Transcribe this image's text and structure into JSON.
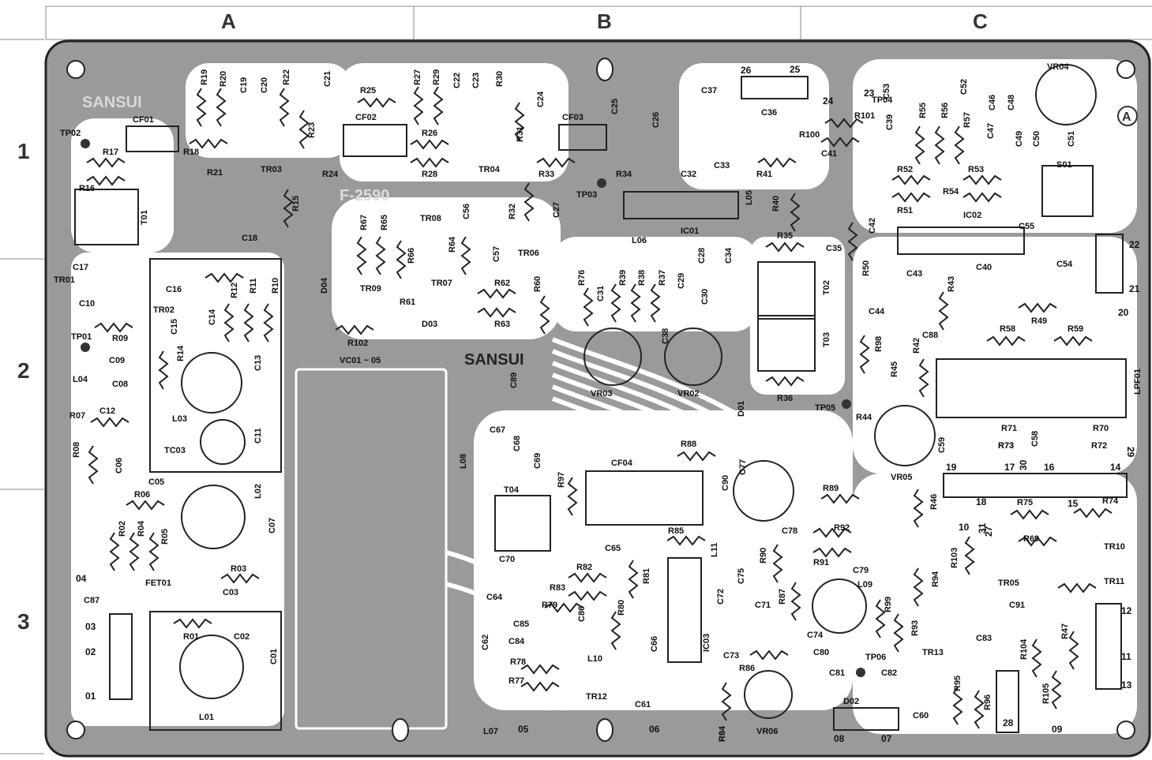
{
  "columns": [
    "A",
    "B",
    "C"
  ],
  "rows": [
    "1",
    "2",
    "3"
  ],
  "board": {
    "brand_1": "SANSUI",
    "brand_2": "SANSUI",
    "model_1": "F-2590",
    "model_2": "F-2590",
    "corner_mark": "A",
    "vc_label": "VC01 ~ 05"
  },
  "components": [
    {
      "id": "R17"
    },
    {
      "id": "R16"
    },
    {
      "id": "R18"
    },
    {
      "id": "R21"
    },
    {
      "id": "R19"
    },
    {
      "id": "R20"
    },
    {
      "id": "C19"
    },
    {
      "id": "C20"
    },
    {
      "id": "R22"
    },
    {
      "id": "R23"
    },
    {
      "id": "C21"
    },
    {
      "id": "R25"
    },
    {
      "id": "R24"
    },
    {
      "id": "R15"
    },
    {
      "id": "C18"
    },
    {
      "id": "CF01"
    },
    {
      "id": "CF02"
    },
    {
      "id": "TR03"
    },
    {
      "id": "TP02"
    },
    {
      "id": "T01"
    },
    {
      "id": "R27"
    },
    {
      "id": "R29"
    },
    {
      "id": "C22"
    },
    {
      "id": "C23"
    },
    {
      "id": "R30"
    },
    {
      "id": "C24"
    },
    {
      "id": "R26"
    },
    {
      "id": "R28"
    },
    {
      "id": "TR04"
    },
    {
      "id": "R31"
    },
    {
      "id": "R33"
    },
    {
      "id": "R34"
    },
    {
      "id": "CF03"
    },
    {
      "id": "C25"
    },
    {
      "id": "C26"
    },
    {
      "id": "TP03"
    },
    {
      "id": "R32"
    },
    {
      "id": "C27"
    },
    {
      "id": "C37"
    },
    {
      "id": "C36"
    },
    {
      "id": "C33"
    },
    {
      "id": "C32"
    },
    {
      "id": "R41"
    },
    {
      "id": "IC01"
    },
    {
      "id": "L05"
    },
    {
      "id": "R40"
    },
    {
      "id": "L06"
    },
    {
      "id": "R35"
    },
    {
      "id": "C35"
    },
    {
      "id": "R100"
    },
    {
      "id": "R101"
    },
    {
      "id": "C41"
    },
    {
      "id": "TP04"
    },
    {
      "id": "C53"
    },
    {
      "id": "C39"
    },
    {
      "id": "R55"
    },
    {
      "id": "R56"
    },
    {
      "id": "R57"
    },
    {
      "id": "C52"
    },
    {
      "id": "C46"
    },
    {
      "id": "C48"
    },
    {
      "id": "C47"
    },
    {
      "id": "C49"
    },
    {
      "id": "C50"
    },
    {
      "id": "C51"
    },
    {
      "id": "VR04"
    },
    {
      "id": "S01"
    },
    {
      "id": "R52"
    },
    {
      "id": "R53"
    },
    {
      "id": "R54"
    },
    {
      "id": "R51"
    },
    {
      "id": "IC02"
    },
    {
      "id": "C42"
    },
    {
      "id": "R50"
    },
    {
      "id": "C55"
    },
    {
      "id": "C54"
    },
    {
      "id": "C40"
    },
    {
      "id": "C43"
    },
    {
      "id": "R43"
    },
    {
      "id": "C44"
    },
    {
      "id": "C88"
    },
    {
      "id": "R49"
    },
    {
      "id": "R58"
    },
    {
      "id": "R59"
    },
    {
      "id": "R98"
    },
    {
      "id": "R42"
    },
    {
      "id": "R45"
    },
    {
      "id": "LPF01"
    },
    {
      "id": "TP05"
    },
    {
      "id": "R44"
    },
    {
      "id": "VR05"
    },
    {
      "id": "C59"
    },
    {
      "id": "R71"
    },
    {
      "id": "R73"
    },
    {
      "id": "C58"
    },
    {
      "id": "R70"
    },
    {
      "id": "R72"
    },
    {
      "id": "R46"
    },
    {
      "id": "R75"
    },
    {
      "id": "R74"
    },
    {
      "id": "R69"
    },
    {
      "id": "TR10"
    },
    {
      "id": "TR11"
    },
    {
      "id": "R103"
    },
    {
      "id": "TR05"
    },
    {
      "id": "C91"
    },
    {
      "id": "R84"
    },
    {
      "id": "R94"
    },
    {
      "id": "R93"
    },
    {
      "id": "TR13"
    },
    {
      "id": "C83"
    },
    {
      "id": "R104"
    },
    {
      "id": "R47"
    },
    {
      "id": "R105"
    },
    {
      "id": "R95"
    },
    {
      "id": "R96"
    },
    {
      "id": "C60"
    },
    {
      "id": "TR01"
    },
    {
      "id": "C17"
    },
    {
      "id": "C10"
    },
    {
      "id": "R09"
    },
    {
      "id": "C09"
    },
    {
      "id": "TP01"
    },
    {
      "id": "L04"
    },
    {
      "id": "C08"
    },
    {
      "id": "R07"
    },
    {
      "id": "C12"
    },
    {
      "id": "R08"
    },
    {
      "id": "C06"
    },
    {
      "id": "C16"
    },
    {
      "id": "R73"
    },
    {
      "id": "TR02"
    },
    {
      "id": "R12"
    },
    {
      "id": "R11"
    },
    {
      "id": "R10"
    },
    {
      "id": "C14"
    },
    {
      "id": "C15"
    },
    {
      "id": "R14"
    },
    {
      "id": "C13"
    },
    {
      "id": "L03"
    },
    {
      "id": "TC03"
    },
    {
      "id": "C11"
    },
    {
      "id": "C05"
    },
    {
      "id": "R06"
    },
    {
      "id": "R02"
    },
    {
      "id": "R04"
    },
    {
      "id": "R05"
    },
    {
      "id": "L02"
    },
    {
      "id": "C07"
    },
    {
      "id": "FET01"
    },
    {
      "id": "R03"
    },
    {
      "id": "C03"
    },
    {
      "id": "C87"
    },
    {
      "id": "R01"
    },
    {
      "id": "C02"
    },
    {
      "id": "C01"
    },
    {
      "id": "L01"
    },
    {
      "id": "TR08"
    },
    {
      "id": "R67"
    },
    {
      "id": "R65"
    },
    {
      "id": "R66"
    },
    {
      "id": "R64"
    },
    {
      "id": "C56"
    },
    {
      "id": "TR06"
    },
    {
      "id": "C57"
    },
    {
      "id": "TR07"
    },
    {
      "id": "D04"
    },
    {
      "id": "TR09"
    },
    {
      "id": "R61"
    },
    {
      "id": "D03"
    },
    {
      "id": "R62"
    },
    {
      "id": "R63"
    },
    {
      "id": "R60"
    },
    {
      "id": "R102"
    },
    {
      "id": "C89"
    },
    {
      "id": "R76"
    },
    {
      "id": "C31"
    },
    {
      "id": "R39"
    },
    {
      "id": "R38"
    },
    {
      "id": "R37"
    },
    {
      "id": "C29"
    },
    {
      "id": "C28"
    },
    {
      "id": "C30"
    },
    {
      "id": "C34"
    },
    {
      "id": "T02"
    },
    {
      "id": "T03"
    },
    {
      "id": "R36"
    },
    {
      "id": "VR03"
    },
    {
      "id": "VR02"
    },
    {
      "id": "C38"
    },
    {
      "id": "D01"
    },
    {
      "id": "C67"
    },
    {
      "id": "C68"
    },
    {
      "id": "C69"
    },
    {
      "id": "L08"
    },
    {
      "id": "T04"
    },
    {
      "id": "R97"
    },
    {
      "id": "CF04"
    },
    {
      "id": "R88"
    },
    {
      "id": "C90"
    },
    {
      "id": "C77"
    },
    {
      "id": "R89"
    },
    {
      "id": "C78"
    },
    {
      "id": "R92"
    },
    {
      "id": "R91"
    },
    {
      "id": "R90"
    },
    {
      "id": "L11"
    },
    {
      "id": "C75"
    },
    {
      "id": "C65"
    },
    {
      "id": "R85"
    },
    {
      "id": "C70"
    },
    {
      "id": "R82"
    },
    {
      "id": "R83"
    },
    {
      "id": "C64"
    },
    {
      "id": "R79"
    },
    {
      "id": "C86"
    },
    {
      "id": "R81"
    },
    {
      "id": "R80"
    },
    {
      "id": "C85"
    },
    {
      "id": "C84"
    },
    {
      "id": "C62"
    },
    {
      "id": "L10"
    },
    {
      "id": "C66"
    },
    {
      "id": "R78"
    },
    {
      "id": "R77"
    },
    {
      "id": "TR12"
    },
    {
      "id": "C61"
    },
    {
      "id": "IC03"
    },
    {
      "id": "C72"
    },
    {
      "id": "C71"
    },
    {
      "id": "R87"
    },
    {
      "id": "C79"
    },
    {
      "id": "L09"
    },
    {
      "id": "R99"
    },
    {
      "id": "C74"
    },
    {
      "id": "C73"
    },
    {
      "id": "C80"
    },
    {
      "id": "R86"
    },
    {
      "id": "TP06"
    },
    {
      "id": "C81"
    },
    {
      "id": "C82"
    },
    {
      "id": "D02"
    },
    {
      "id": "VR06"
    },
    {
      "id": "R84"
    },
    {
      "id": "L07"
    }
  ],
  "connectors": [
    "01",
    "02",
    "03",
    "04",
    "05",
    "06",
    "07",
    "08",
    "09",
    "10",
    "11",
    "12",
    "13",
    "14",
    "15",
    "16",
    "17",
    "18",
    "19",
    "20",
    "21",
    "22",
    "23",
    "24",
    "25",
    "26",
    "27",
    "28",
    "29",
    "30",
    "31"
  ]
}
